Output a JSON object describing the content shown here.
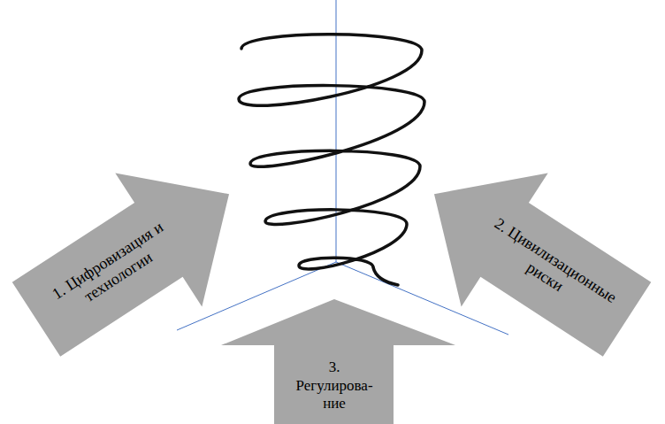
{
  "diagram": {
    "nodes": [
      {
        "text": [
          "1. Цифровизация и технологии"
        ]
      },
      {
        "text": [
          "2. Цивилизационные риски"
        ]
      },
      {
        "text": [
          "3. Регулирова- ние"
        ]
      }
    ]
  }
}
